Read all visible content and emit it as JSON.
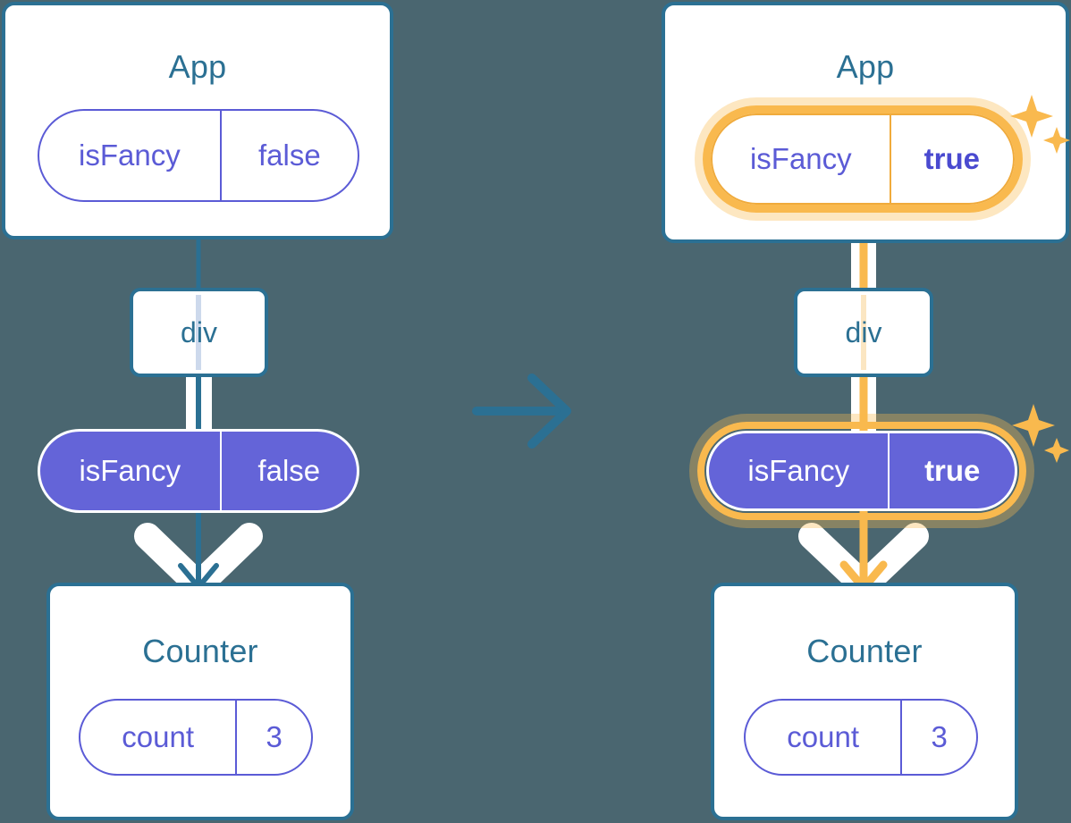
{
  "title": "React state flow diagram: lifting state up",
  "background_color": "#4a6670",
  "colors": {
    "card_border": "#2b7093",
    "card_title": "#2b7093",
    "pill_outline": "#5b5bd6",
    "pill_solid_fill": "#6464d8",
    "highlight": "#f9b94e",
    "highlight_soft": "#fbdfab",
    "white": "#ffffff"
  },
  "panels": [
    {
      "id": "before",
      "app": {
        "title": "App",
        "state_pill": {
          "name": "isFancy",
          "value": "false",
          "highlighted": false
        }
      },
      "div_node": {
        "label": "div"
      },
      "props_pill": {
        "name": "isFancy",
        "value": "false",
        "highlighted": false
      },
      "counter": {
        "title": "Counter",
        "state_pill": {
          "name": "count",
          "value": "3",
          "highlighted": false
        }
      }
    },
    {
      "id": "after",
      "app": {
        "title": "App",
        "state_pill": {
          "name": "isFancy",
          "value": "true",
          "highlighted": true
        }
      },
      "div_node": {
        "label": "div"
      },
      "props_pill": {
        "name": "isFancy",
        "value": "true",
        "highlighted": true
      },
      "counter": {
        "title": "Counter",
        "state_pill": {
          "name": "count",
          "value": "3",
          "highlighted": false
        }
      }
    }
  ],
  "transition_arrow": {
    "icon": "arrow-right-icon",
    "color": "#2b7093"
  },
  "sparkle_icon": "sparkle-icon"
}
